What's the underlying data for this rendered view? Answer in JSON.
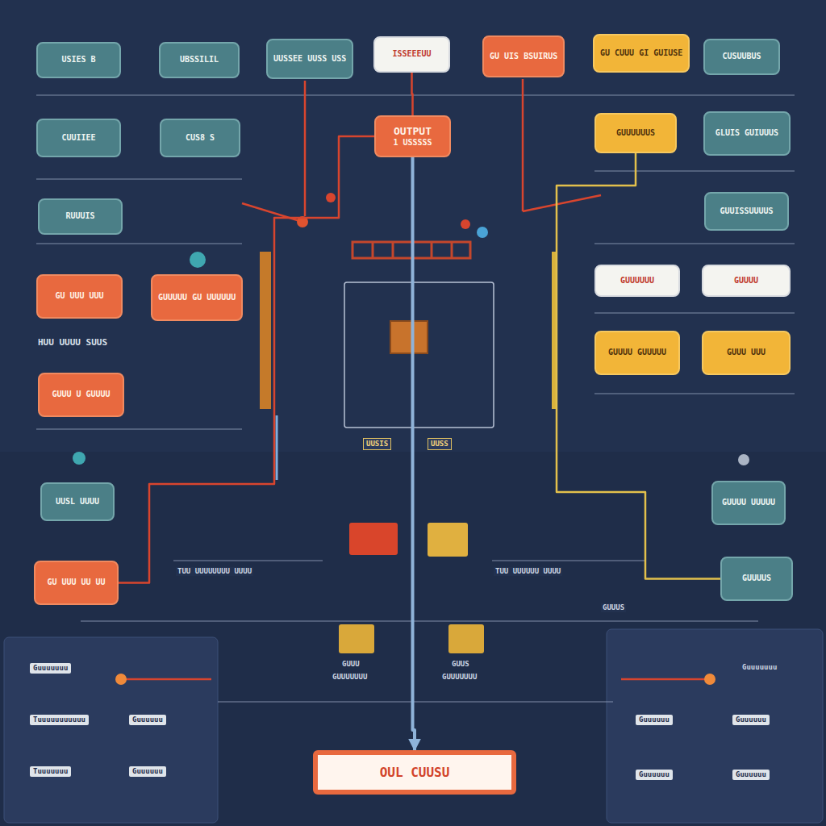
{
  "diagram": {
    "nodes": [
      {
        "text": [
          "USIES B"
        ]
      },
      {
        "text": [
          "UBSSILIL"
        ]
      },
      {
        "text": [
          "UUSSEE UUSS USS"
        ]
      },
      {
        "text": [
          "ISSEEEUU"
        ]
      },
      {
        "text": [
          "GU UIS BSUIRUS"
        ]
      },
      {
        "text": [
          "GU CUUU GI GUIUSE"
        ]
      },
      {
        "text": [
          "CUSUUBUS"
        ]
      },
      {
        "text": [
          "CUUIIEE"
        ]
      },
      {
        "text": [
          "CUS8 S"
        ]
      },
      {
        "text": [
          "OUTPUT",
          "1 USSSSS"
        ]
      },
      {
        "text": [
          "GUUUUUUS"
        ]
      },
      {
        "text": [
          "GLUIS GUIUUUS"
        ]
      },
      {
        "text": [
          "RUUUIS"
        ]
      },
      {
        "text": [
          "GUUISSUUUUS"
        ]
      },
      {
        "text": [
          "GU UUU UUU"
        ]
      },
      {
        "text": [
          "GUUUUU GU UUUUUU"
        ]
      },
      {
        "text": [
          "GUUUUUU"
        ]
      },
      {
        "text": [
          "GUUUU"
        ]
      },
      {
        "text": [
          "GUUU U GUUUU"
        ]
      },
      {
        "text": [
          "GUUUU GUUUUU"
        ]
      },
      {
        "text": [
          "GUUU UUU"
        ]
      },
      {
        "text": [
          "UUSL UUUU"
        ]
      },
      {
        "text": [
          "GUUUU UUUUU"
        ]
      },
      {
        "text": [
          "GU UUU UU UU"
        ]
      },
      {
        "text": [
          "GUUUUS"
        ]
      },
      {
        "text": [
          "OUL CUUSU"
        ]
      }
    ],
    "edges": [
      {
        "from": 3,
        "to": 9,
        "arrow": "none"
      },
      {
        "from": 9,
        "to": 25,
        "arrow": "to"
      },
      {
        "from": 23,
        "to": 9,
        "arrow": "none"
      },
      {
        "from": 24,
        "to": 10,
        "arrow": "none"
      }
    ],
    "labels": [
      "HUU UUUU SUUS",
      "UUSIS",
      "UUSS",
      "TUU UUUUUUUU UUUU",
      "TUU UUUUUU UUUU",
      "GUUUS",
      "GUUU",
      "GUUUUUUU",
      "GUUS",
      "GUUUUUUU",
      "Guuuuuuu",
      "Tuuuuuuuuuuu",
      "Guuuuuu",
      "Tuuuuuuu",
      "Guuuuuu",
      "Guuuuuu",
      "Guuuuuu",
      "Guuuuuu",
      "Guuuuuu",
      "Guuuuuuu"
    ]
  }
}
